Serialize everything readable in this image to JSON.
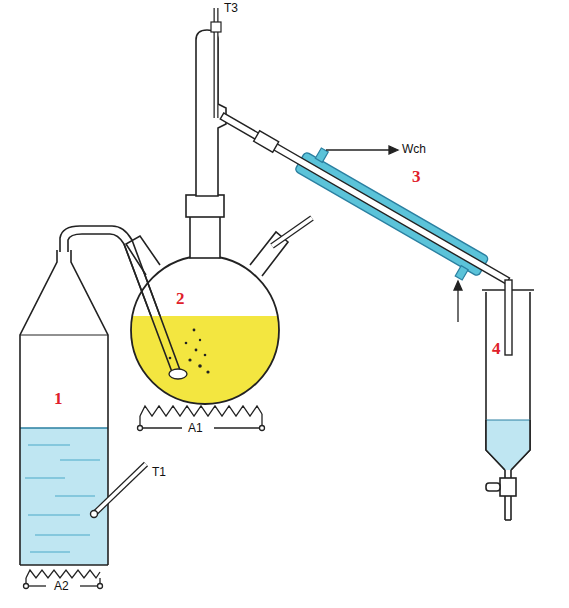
{
  "diagram": {
    "labels": [
      "T3",
      "Wch",
      "3",
      "2",
      "4",
      "1",
      "A1",
      "T1",
      "A2"
    ]
  }
}
